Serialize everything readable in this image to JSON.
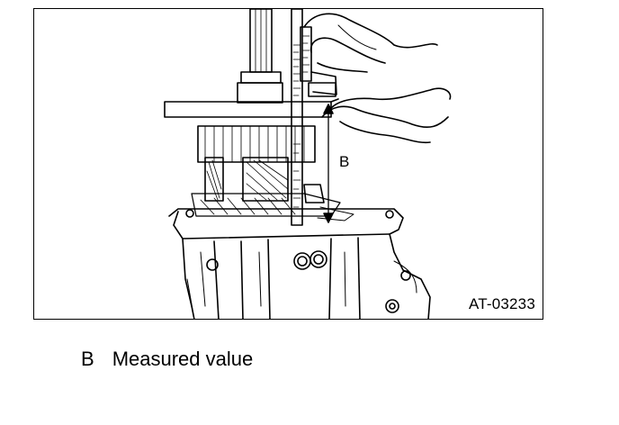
{
  "figure": {
    "id_label": "AT-03233",
    "callout_letter": "B"
  },
  "legend": {
    "items": [
      {
        "key": "B",
        "text": "Measured value"
      }
    ]
  },
  "colors": {
    "line": "#000000",
    "background": "#ffffff"
  }
}
